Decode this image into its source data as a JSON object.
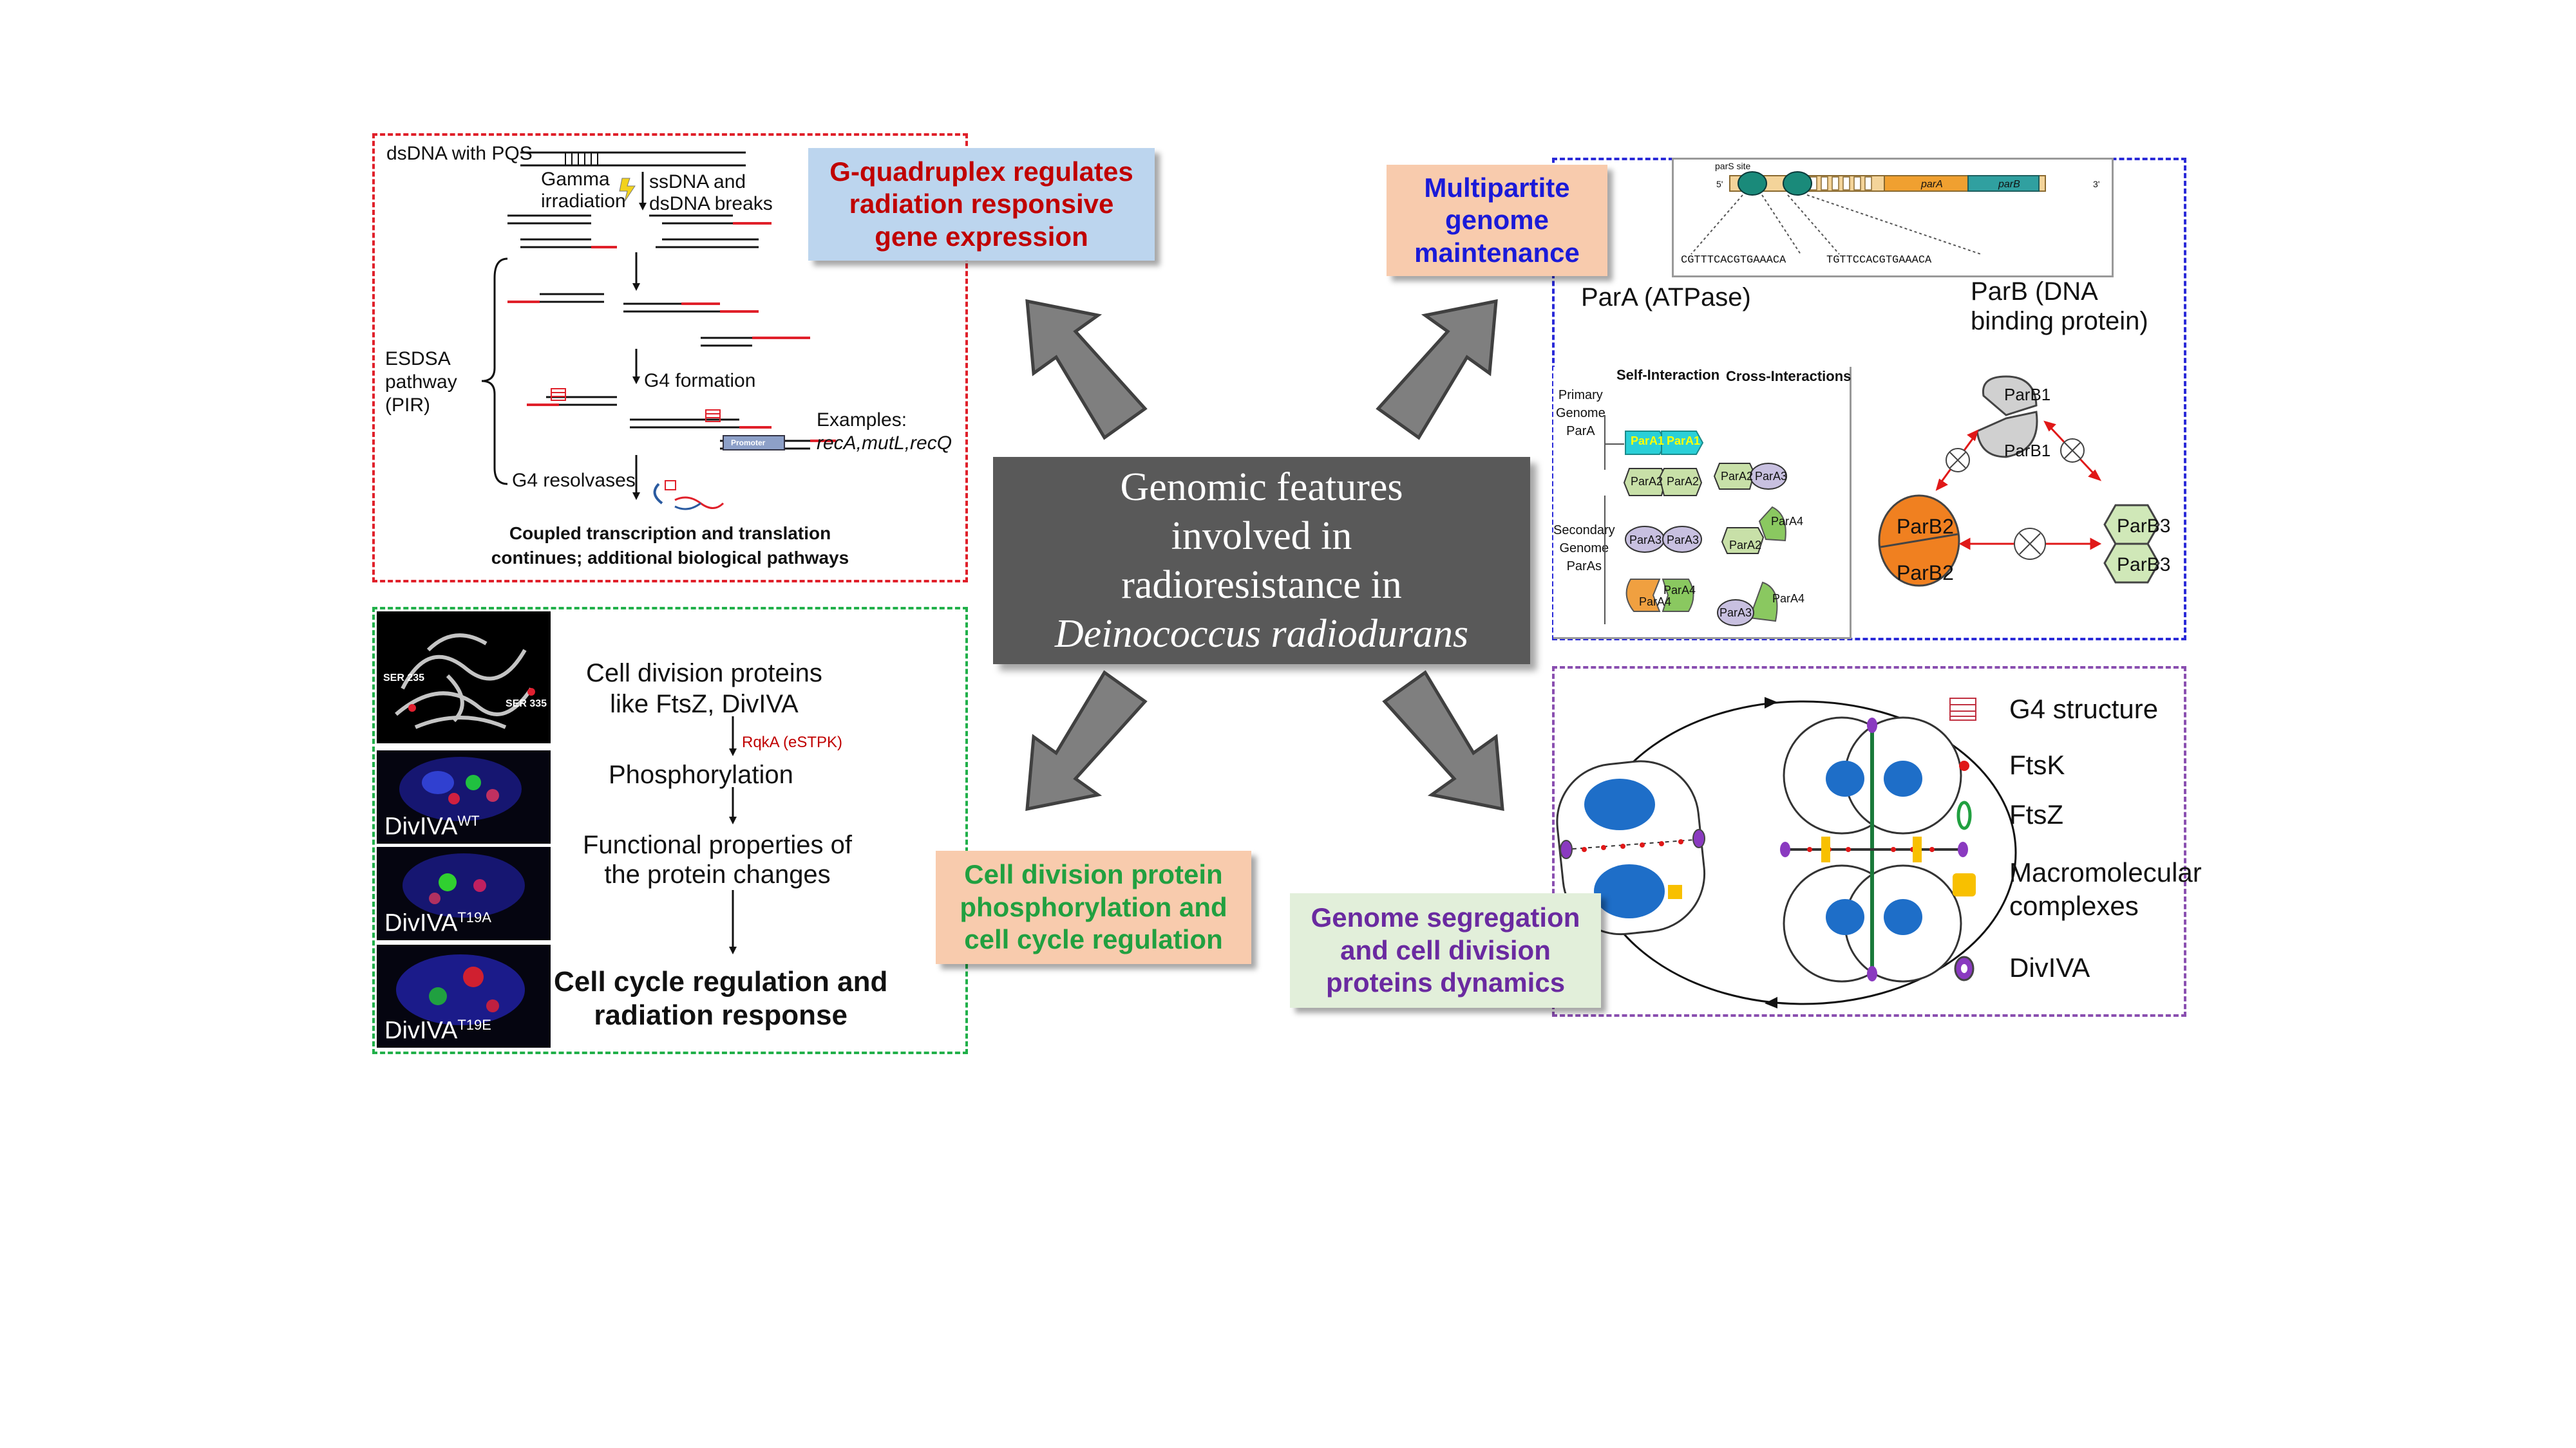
{
  "center": {
    "line1": "Genomic features",
    "line2": "involved in",
    "line3": "radioresistance in",
    "line4": "Deinococcus radiodurans"
  },
  "colors": {
    "center_bg": "#595959",
    "red_title": "#c00000",
    "blue_title": "#1a1ad8",
    "green_title": "#21a040",
    "purple_title": "#6a2aa0",
    "blue_box_bg": "#bcd5ee",
    "peach_box_bg": "#f8cbad",
    "green_box_bg": "#e2efda"
  },
  "g4_panel": {
    "title_box": "G-quadruplex regulates radiation responsive gene expression",
    "title_l1": "G-quadruplex regulates",
    "title_l2": "radiation responsive",
    "title_l3": "gene expression",
    "dsdna": "dsDNA with PQS",
    "gamma_l1": "Gamma",
    "gamma_l2": "irradiation",
    "breaks_l1": "ssDNA and",
    "breaks_l2": "dsDNA breaks",
    "esdsa_l1": "ESDSA",
    "esdsa_l2": "pathway",
    "esdsa_l3": "(PIR)",
    "g4_formation": "G4 formation",
    "examples": "Examples:",
    "examples_genes": "recA,mutL,recQ",
    "promoter": "Promoter",
    "g4_resolvases": "G4 resolvases",
    "coupled_l1": "Coupled transcription and translation",
    "coupled_l2": "continues; additional biological pathways"
  },
  "partition_panel": {
    "title_l1": "Multipartite",
    "title_l2": "genome",
    "title_l3": "maintenance",
    "pars_site": "parS site",
    "five_prime": "5'",
    "three_prime": "3'",
    "parA_gene": "parA",
    "parB_gene": "parB",
    "seq1": "CGTTTCACGTGAAACA",
    "seq2": "TGTTCCACGTGAAACA",
    "parA_title": "ParA (ATPase)",
    "parB_l1": "ParB (DNA",
    "parB_l2": "binding protein)",
    "self_interaction": "Self-Interaction",
    "cross_interactions": "Cross-Interactions",
    "primary_l1": "Primary",
    "primary_l2": "Genome",
    "primary_l3": "ParA",
    "secondary_l1": "Secondary",
    "secondary_l2": "Genome",
    "secondary_l3": "ParAs",
    "parA1": "ParA1",
    "parA2": "ParA2",
    "parA3": "ParA3",
    "parA4": "ParA4",
    "parB1": "ParB1",
    "parB2": "ParB2",
    "parB3": "ParB3"
  },
  "division_panel": {
    "title_l1": "Cell division protein",
    "title_l2": "phosphorylation and",
    "title_l3": "cell cycle regulation",
    "ser235": "SER 235",
    "ser335": "SER 335",
    "micro1": "DivIVA",
    "micro1_sup": "WT",
    "micro2": "DivIVA",
    "micro2_sup": "T19A",
    "micro3": "DivIVA",
    "micro3_sup": "T19E",
    "step1_l1": "Cell division proteins",
    "step1_l2": "like FtsZ, DivIVA",
    "kinase": "RqkA (eSTPK)",
    "step2": "Phosphorylation",
    "step3_l1": "Functional properties of",
    "step3_l2": "the protein changes",
    "step4_l1": "Cell cycle regulation and",
    "step4_l2": "radiation response"
  },
  "segregation_panel": {
    "title_l1": "Genome segregation",
    "title_l2": "and cell division",
    "title_l3": "proteins dynamics",
    "legend": [
      {
        "label": "G4 structure",
        "icon": "g4-structure-icon"
      },
      {
        "label": "FtsK",
        "icon": "red-dot-icon"
      },
      {
        "label": "FtsZ",
        "icon": "green-ring-icon"
      },
      {
        "label_l1": "Macromolecular",
        "label_l2": "complexes",
        "icon": "yellow-square-icon"
      },
      {
        "label": "DivIVA",
        "icon": "purple-ring-icon"
      }
    ]
  }
}
